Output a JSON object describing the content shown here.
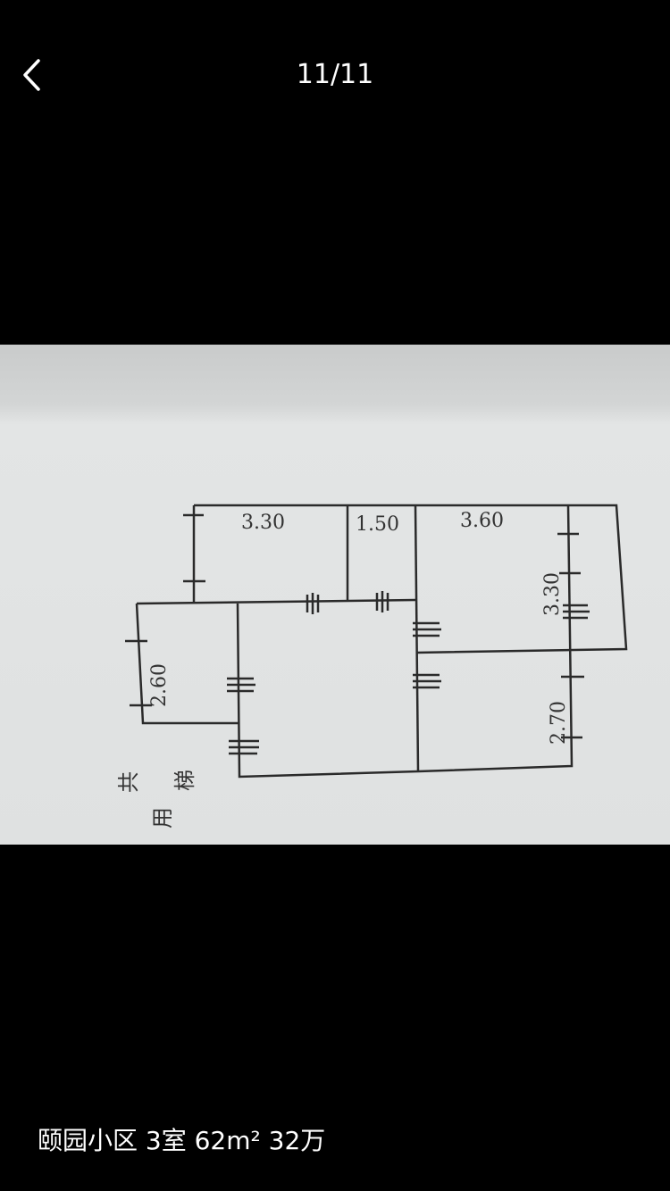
{
  "header": {
    "counter": "11/11",
    "back_icon": "chevron-left-icon"
  },
  "photo": {
    "floorplan_labels": {
      "dim_top_left": "3.30",
      "dim_top_mid": "1.50",
      "dim_top_right": "3.60",
      "dim_right_upper": "3.30",
      "dim_right_lower": "2.70",
      "dim_left": "2.60",
      "stair_label_1": "共",
      "stair_label_2": "用",
      "stair_label_3": "梯"
    }
  },
  "caption": "颐园小区 3室 62m² 32万"
}
